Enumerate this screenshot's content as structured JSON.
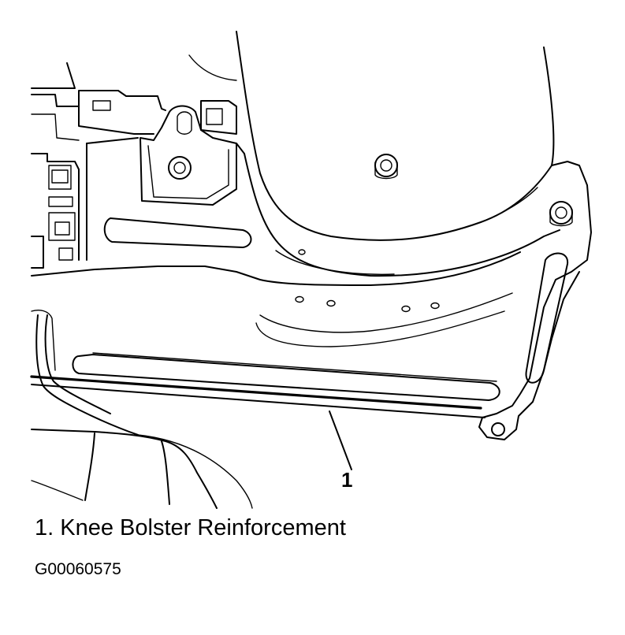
{
  "diagram": {
    "callouts": [
      {
        "number": "1"
      }
    ],
    "legend": [
      {
        "text": "1. Knee Bolster Reinforcement"
      }
    ],
    "figure_id": "G00060575"
  }
}
